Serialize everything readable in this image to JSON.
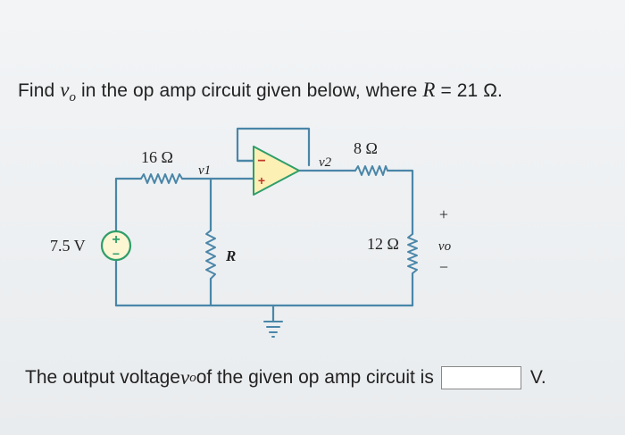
{
  "question": {
    "prefix": "Find ",
    "var_symbol": "v",
    "var_sub": "o",
    "middle": " in the op amp circuit given below, where ",
    "param_symbol": "R",
    "param_value": " = 21 Ω."
  },
  "circuit": {
    "source_label": "7.5 V",
    "source_plus": "+",
    "source_minus": "−",
    "r1_label": "16 Ω",
    "v1_label": "v1",
    "r_label": "R",
    "opamp_minus": "−",
    "opamp_plus": "+",
    "v2_label": "v2",
    "r2_label": "8 Ω",
    "r3_label": "12 Ω",
    "vo_plus": "+",
    "vo_label": "vo",
    "vo_minus": "−"
  },
  "answer": {
    "prefix": "The output voltage ",
    "var_symbol": "v",
    "var_sub": "o",
    "middle": " of the given op amp circuit is",
    "unit": "V."
  }
}
